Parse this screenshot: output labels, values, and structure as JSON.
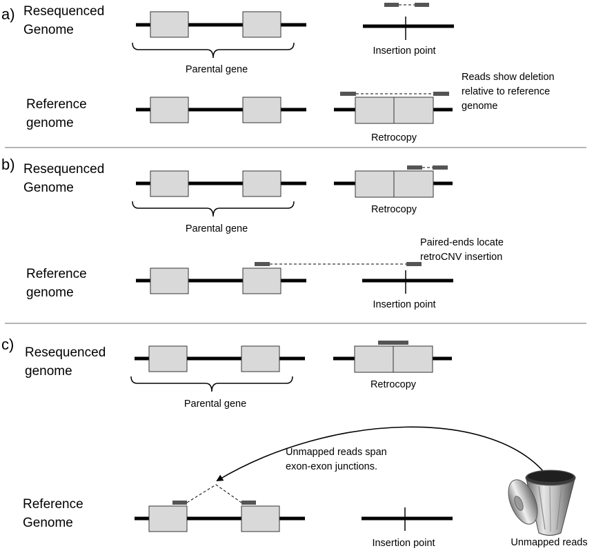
{
  "panels": {
    "a": {
      "letter": "a)",
      "resequenced_label": [
        "Resequenced",
        "Genome"
      ],
      "reference_label": [
        "Reference",
        "genome"
      ],
      "parental_gene": "Parental gene",
      "insertion_point": "Insertion point",
      "retrocopy": "Retrocopy",
      "note": [
        "Reads show deletion",
        "relative to reference",
        "genome"
      ]
    },
    "b": {
      "letter": "b)",
      "resequenced_label": [
        "Resequenced",
        "Genome"
      ],
      "reference_label": [
        "Reference",
        "genome"
      ],
      "retrocopy": "Retrocopy",
      "parental_gene": "Parental gene",
      "note": [
        "Paired-ends locate",
        "retroCNV insertion"
      ],
      "insertion_point": "Insertion point"
    },
    "c": {
      "letter": "c)",
      "resequenced_label": [
        "Resequenced",
        "genome"
      ],
      "reference_label": [
        "Reference",
        "Genome"
      ],
      "retrocopy": "Retrocopy",
      "parental_gene": "Parental gene",
      "note": [
        "Unmapped reads span",
        "exon-exon junctions."
      ],
      "insertion_point": "Insertion point",
      "trash_label": "Unmapped reads"
    }
  },
  "colors": {
    "exon_fill": "#d9d9d9",
    "read_fill": "#555555",
    "line": "#000000",
    "divider": "#888888"
  },
  "icons": {
    "trash": "trash-can-icon"
  }
}
